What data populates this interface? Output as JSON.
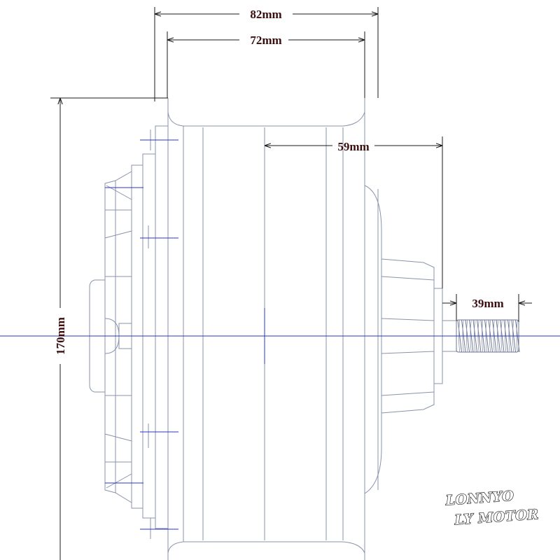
{
  "dimensions": {
    "overall_width": "82mm",
    "rim_width": "72mm",
    "hub_offset": "59mm",
    "axle_length": "39mm",
    "diameter": "170mm"
  },
  "logo": {
    "line1": "LONNYO",
    "line2": "LY MOTOR"
  },
  "colors": {
    "centerline": "#2a36c9",
    "outline": "#8a93ac",
    "dimension_text": "#3a0e0e"
  }
}
